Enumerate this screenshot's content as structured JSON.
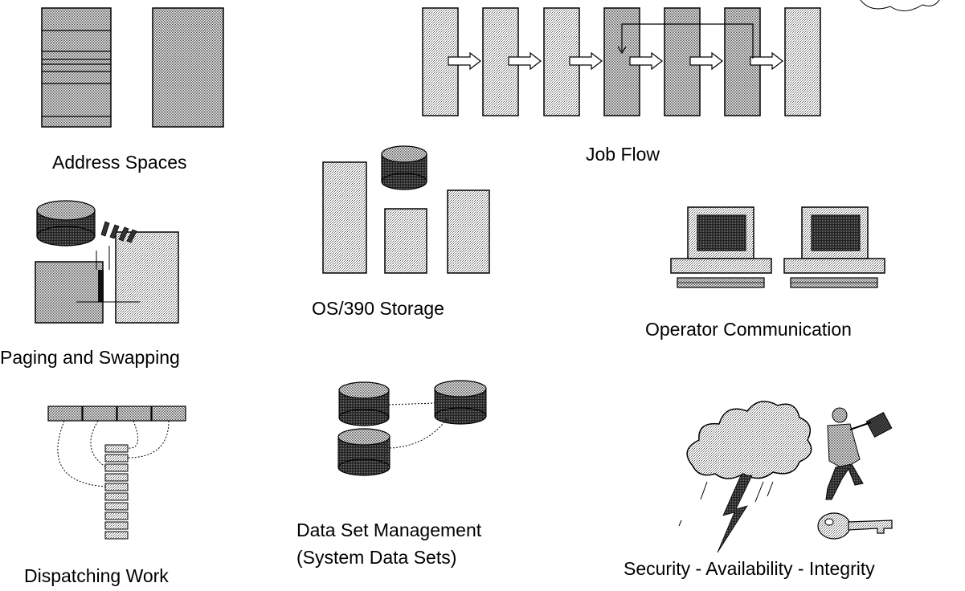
{
  "panels": {
    "address_spaces": {
      "label": "Address  Spaces"
    },
    "job_flow": {
      "label": "Job Flow"
    },
    "storage": {
      "label": "OS/390 Storage"
    },
    "paging": {
      "label": "Paging and Swapping"
    },
    "operator": {
      "label": "Operator Communication"
    },
    "dispatching": {
      "label": "Dispatching  Work"
    },
    "data_sets": {
      "label_line1": "Data Set Management",
      "label_line2": "(System Data Sets)"
    },
    "security": {
      "label": "Security - Availability  - Integrity"
    }
  },
  "colors": {
    "dither_light": "#d9d9d9",
    "dither_medium": "#b8b8b8",
    "dark_drum": "#3a3a3a",
    "screen": "#2a2a2a",
    "outline": "#000000"
  }
}
